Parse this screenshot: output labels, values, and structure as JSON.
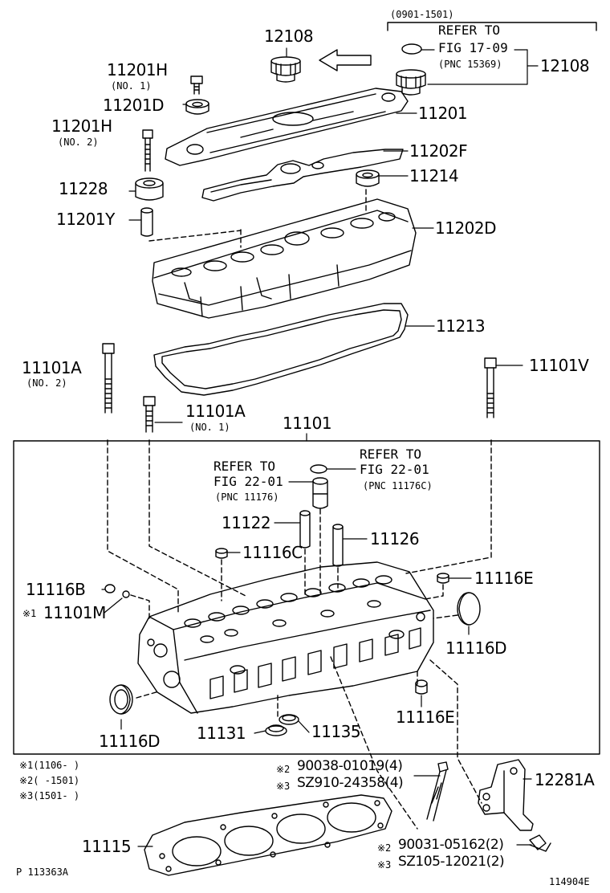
{
  "header": {
    "date_range": "(0901-1501)",
    "refer_top": {
      "line1": "REFER TO",
      "line2": "FIG 17-09",
      "line3": "(PNC 15369)"
    }
  },
  "labels": {
    "p12108_left": "12108",
    "p12108_right": "12108",
    "p11201H_1": "11201H",
    "p11201H_1_sub": "(NO. 1)",
    "p11201D": "11201D",
    "p11201H_2": "11201H",
    "p11201H_2_sub": "(NO. 2)",
    "p11228": "11228",
    "p11201Y": "11201Y",
    "p11201": "11201",
    "p11202F": "11202F",
    "p11214": "11214",
    "p11202D": "11202D",
    "p11213": "11213",
    "p11101A_2": "11101A",
    "p11101A_2_sub": "(NO. 2)",
    "p11101A_1": "11101A",
    "p11101A_1_sub": "(NO. 1)",
    "p11101V": "11101V",
    "p11101": "11101",
    "p11122": "11122",
    "p11126": "11126",
    "p11116C": "11116C",
    "p11116B": "11116B",
    "p11101M": "11101M",
    "p11101M_mark": "※1",
    "p11116E_top": "11116E",
    "p11116D_right": "11116D",
    "p11116E_bottom": "11116E",
    "p11116D_left": "11116D",
    "p11131": "11131",
    "p11135": "11135",
    "p12281A": "12281A",
    "p11115": "11115"
  },
  "refer_left": {
    "line1": "REFER TO",
    "line2": "FIG 22-01",
    "line3": "(PNC 11176)"
  },
  "refer_right": {
    "line1": "REFER TO",
    "line2": "FIG 22-01",
    "line3": "(PNC 11176C)"
  },
  "notes": {
    "n1": "※1(1106-    )",
    "n2": "※2(    -1501)",
    "n3": "※3(1501-    )"
  },
  "bolts_upper": {
    "mark1": "※2",
    "part1": "90038-01019(4)",
    "mark2": "※3",
    "part2": "SZ910-24358(4)"
  },
  "bolts_lower": {
    "mark1": "※2",
    "part1": "90031-05162(2)",
    "mark2": "※3",
    "part2": "SZ105-12021(2)"
  },
  "footer": {
    "left_code": "P 113363A",
    "right_code": "114904E"
  }
}
